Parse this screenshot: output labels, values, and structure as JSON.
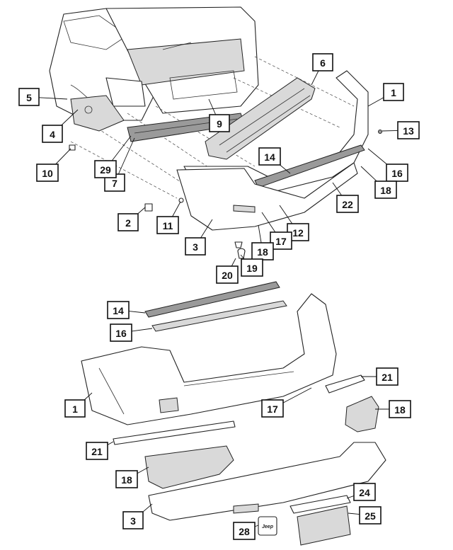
{
  "callouts": [
    {
      "id": "c1a",
      "label": "1"
    },
    {
      "id": "c2",
      "label": "2"
    },
    {
      "id": "c3a",
      "label": "3"
    },
    {
      "id": "c4",
      "label": "4"
    },
    {
      "id": "c5",
      "label": "5"
    },
    {
      "id": "c6",
      "label": "6"
    },
    {
      "id": "c7",
      "label": "7"
    },
    {
      "id": "c9",
      "label": "9"
    },
    {
      "id": "c10",
      "label": "10"
    },
    {
      "id": "c11",
      "label": "11"
    },
    {
      "id": "c12",
      "label": "12"
    },
    {
      "id": "c13",
      "label": "13"
    },
    {
      "id": "c14a",
      "label": "14"
    },
    {
      "id": "c16a",
      "label": "16"
    },
    {
      "id": "c17a",
      "label": "17"
    },
    {
      "id": "c18a",
      "label": "18"
    },
    {
      "id": "c18b",
      "label": "18"
    },
    {
      "id": "c19",
      "label": "19"
    },
    {
      "id": "c20",
      "label": "20"
    },
    {
      "id": "c22",
      "label": "22"
    },
    {
      "id": "c29",
      "label": "29"
    },
    {
      "id": "c14b",
      "label": "14"
    },
    {
      "id": "c16b",
      "label": "16"
    },
    {
      "id": "c1b",
      "label": "1"
    },
    {
      "id": "c17b",
      "label": "17"
    },
    {
      "id": "c21a",
      "label": "21"
    },
    {
      "id": "c18c",
      "label": "18"
    },
    {
      "id": "c21b",
      "label": "21"
    },
    {
      "id": "c18d",
      "label": "18"
    },
    {
      "id": "c24",
      "label": "24"
    },
    {
      "id": "c3b",
      "label": "3"
    },
    {
      "id": "c25",
      "label": "25"
    },
    {
      "id": "c28",
      "label": "28"
    }
  ],
  "emblem_text": "Jeep"
}
